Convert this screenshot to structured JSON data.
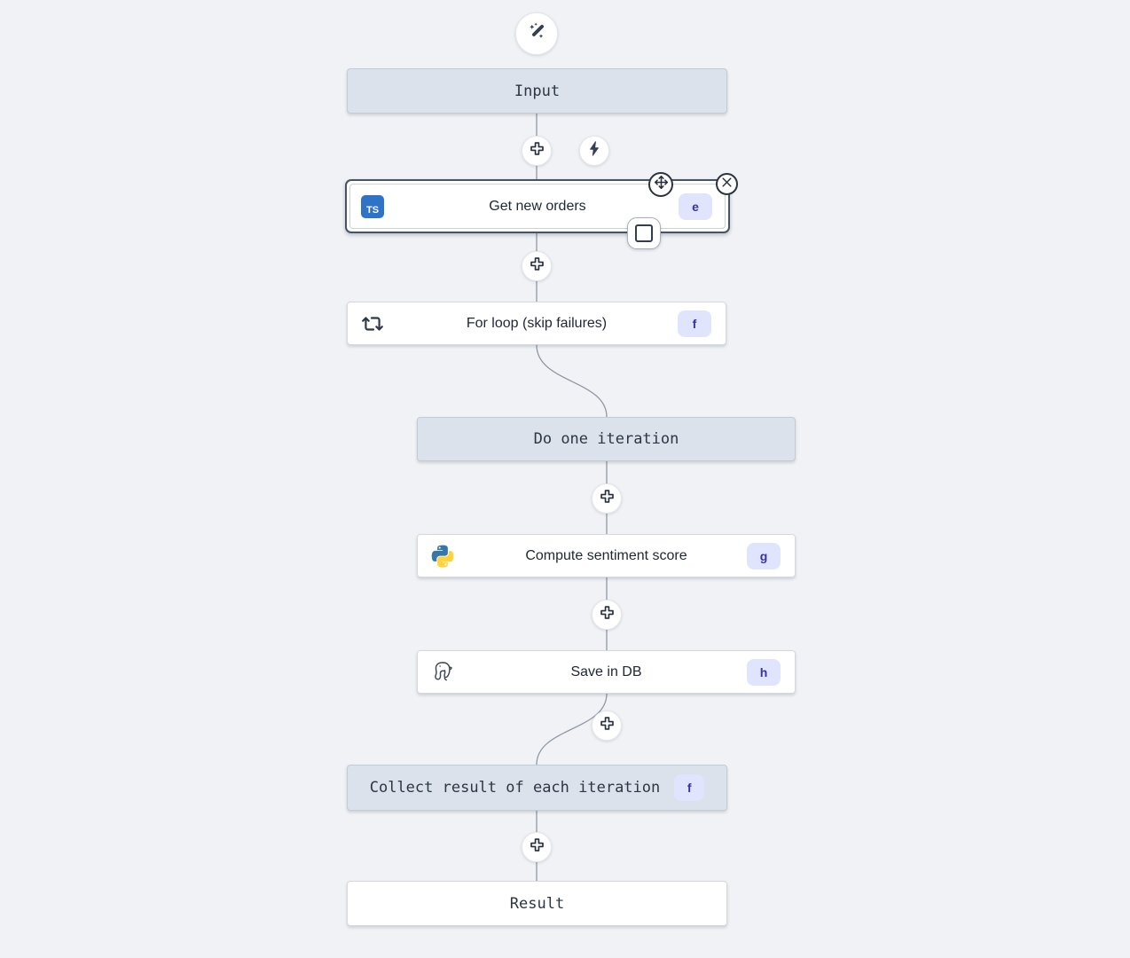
{
  "app": {
    "kind": "flow-editor-canvas"
  },
  "colors": {
    "canvas_bg": "#f0f2f5",
    "virtual_node_bg": "#dbe2ec",
    "virtual_node_border": "#c3cbd5",
    "white_node_bg": "#ffffff",
    "node_border": "#d5d9df",
    "selected_node_border": "#475366",
    "badge_bg": "#e0e4fc",
    "badge_text": "#3931a4",
    "connector": "#8f98a3",
    "icon_dark": "#353f54",
    "typescript_blue": "#2e73c8",
    "python_blue": "#3776ab",
    "python_yellow": "#ffd43b"
  },
  "toolbar": {
    "ai_wand_icon": "magic-wand-sparkles",
    "trigger_icon": "lightning-bolt",
    "add_step_icon": "plus"
  },
  "nodes": {
    "input": {
      "label": "Input"
    },
    "get_new_orders": {
      "label": "Get new orders",
      "badge": "e",
      "language": "typescript",
      "language_icon_text": "TS",
      "selected": true,
      "overlay_controls": [
        "move-handle",
        "close",
        "early-stop-toggle"
      ]
    },
    "for_loop": {
      "label": "For loop (skip failures)",
      "badge": "f",
      "icon": "repeat-loop"
    },
    "do_one_iteration": {
      "label": "Do one iteration"
    },
    "compute_sentiment": {
      "label": "Compute sentiment score",
      "badge": "g",
      "language": "python"
    },
    "save_in_db": {
      "label": "Save in DB",
      "badge": "h",
      "language": "postgresql"
    },
    "collect_result": {
      "label": "Collect result of each iteration",
      "badge": "f"
    },
    "result": {
      "label": "Result"
    }
  }
}
